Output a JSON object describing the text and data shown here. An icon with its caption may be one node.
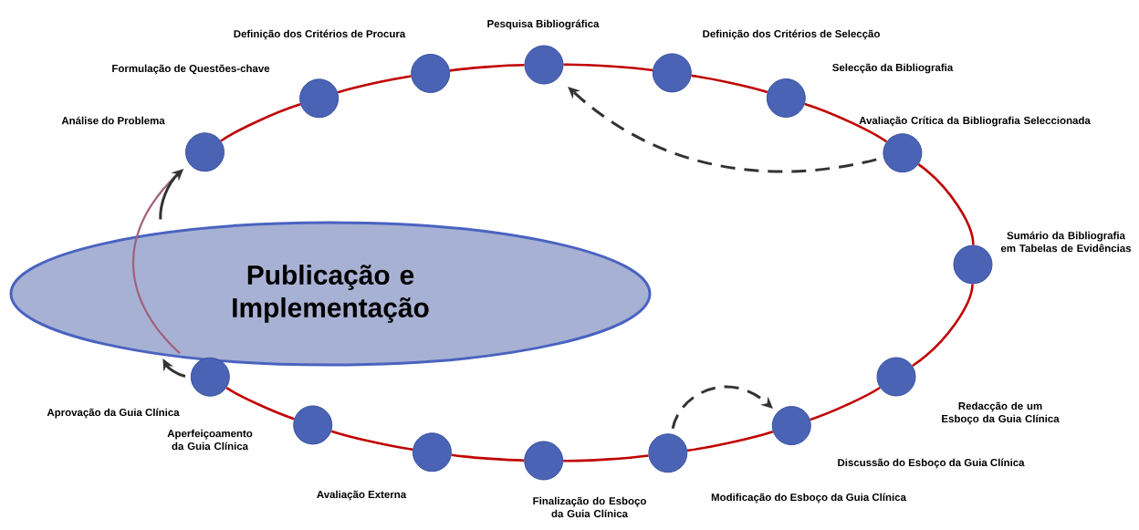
{
  "diagram": {
    "nodes": [
      {
        "text": [
          "Publicação e Implementação"
        ]
      },
      {
        "text": [],
        "shape": "circle",
        "beside": [
          "Análise do Problema"
        ]
      },
      {
        "text": [],
        "shape": "circle",
        "beside": [
          "Formulação de Questões-chave"
        ]
      },
      {
        "text": [],
        "shape": "circle",
        "beside": [
          "Definição dos Critérios de Procura"
        ]
      },
      {
        "text": [],
        "shape": "circle",
        "beside": [
          "Pesquisa Bibliográfica"
        ]
      },
      {
        "text": [],
        "shape": "circle",
        "beside": [
          "Definição dos Critérios de Selecção"
        ]
      },
      {
        "text": [],
        "shape": "circle",
        "beside": [
          "Selecção da Bibliografia"
        ]
      },
      {
        "text": [],
        "shape": "circle",
        "beside": [
          "Avaliação Crítica da Bibliografia Seleccionada"
        ]
      },
      {
        "text": [],
        "shape": "circle",
        "beside": [
          "Sumário da Bibliografia em Tabelas de Evidências"
        ]
      },
      {
        "text": [],
        "shape": "circle",
        "beside": [
          "Redacção de um Esboço da Guia Clínica"
        ]
      },
      {
        "text": [],
        "shape": "circle",
        "beside": [
          "Discussão do Esboço da Guia Clínica"
        ]
      },
      {
        "text": [],
        "shape": "circle",
        "beside": [
          "Modificação do Esboço da Guia Clínica"
        ]
      },
      {
        "text": [],
        "shape": "circle",
        "beside": [
          "Finalização do Esboço da Guia Clínica"
        ]
      },
      {
        "text": [],
        "shape": "circle",
        "beside": [
          "Avaliação Externa"
        ]
      },
      {
        "text": [],
        "shape": "circle",
        "beside": [
          "Aperfeiçoamento da Guia Clínica"
        ]
      },
      {
        "text": [],
        "shape": "circle",
        "beside": [
          "Aprovação da Guia Clínica"
        ]
      }
    ],
    "edges": [
      {
        "from": 1,
        "to": 2,
        "arrow": "none"
      },
      {
        "from": 2,
        "to": 3,
        "arrow": "none"
      },
      {
        "from": 3,
        "to": 4,
        "arrow": "none"
      },
      {
        "from": 4,
        "to": 5,
        "arrow": "none"
      },
      {
        "from": 5,
        "to": 6,
        "arrow": "none"
      },
      {
        "from": 6,
        "to": 7,
        "arrow": "none"
      },
      {
        "from": 7,
        "to": 8,
        "arrow": "none"
      },
      {
        "from": 8,
        "to": 9,
        "arrow": "none"
      },
      {
        "from": 9,
        "to": 10,
        "arrow": "none"
      },
      {
        "from": 10,
        "to": 11,
        "arrow": "none"
      },
      {
        "from": 11,
        "to": 12,
        "arrow": "none"
      },
      {
        "from": 12,
        "to": 13,
        "arrow": "none"
      },
      {
        "from": 13,
        "to": 14,
        "arrow": "none"
      },
      {
        "from": 14,
        "to": 15,
        "arrow": "none"
      },
      {
        "from": 0,
        "to": 1,
        "arrow": "to",
        "color": "#333333"
      },
      {
        "from": 15,
        "to": 0,
        "arrow": "to",
        "color": "#333333"
      },
      {
        "from": 7,
        "to": 4,
        "arrow": "to",
        "style": "dashed",
        "color": "#333333"
      },
      {
        "from": 11,
        "to": 10,
        "arrow": "to",
        "style": "dashed",
        "color": "#333333"
      }
    ]
  }
}
